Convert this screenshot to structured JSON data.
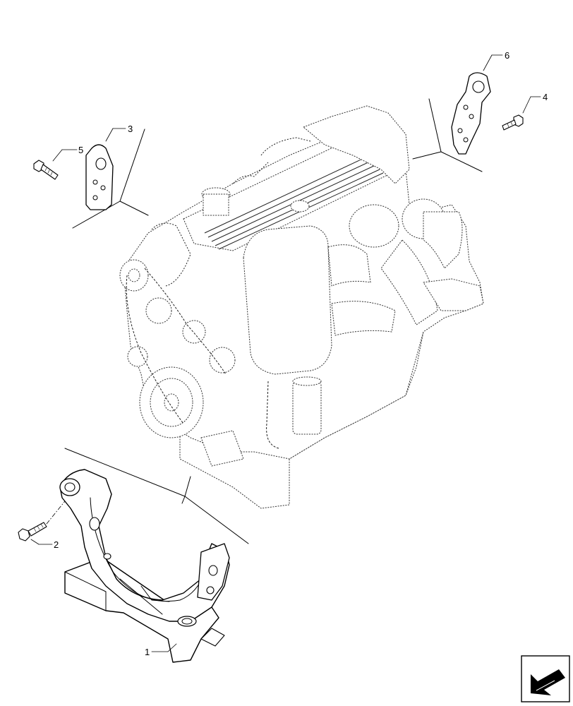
{
  "diagram": {
    "callouts": [
      {
        "id": "c1",
        "label": "1",
        "part": "engine-support-bracket"
      },
      {
        "id": "c2",
        "label": "2",
        "part": "bolt"
      },
      {
        "id": "c3",
        "label": "3",
        "part": "lifting-eye-front"
      },
      {
        "id": "c4",
        "label": "4",
        "part": "bolt"
      },
      {
        "id": "c5",
        "label": "5",
        "part": "bolt"
      },
      {
        "id": "c6",
        "label": "6",
        "part": "lifting-eye-rear"
      }
    ],
    "nav_icon": "direction-arrow-icon"
  }
}
